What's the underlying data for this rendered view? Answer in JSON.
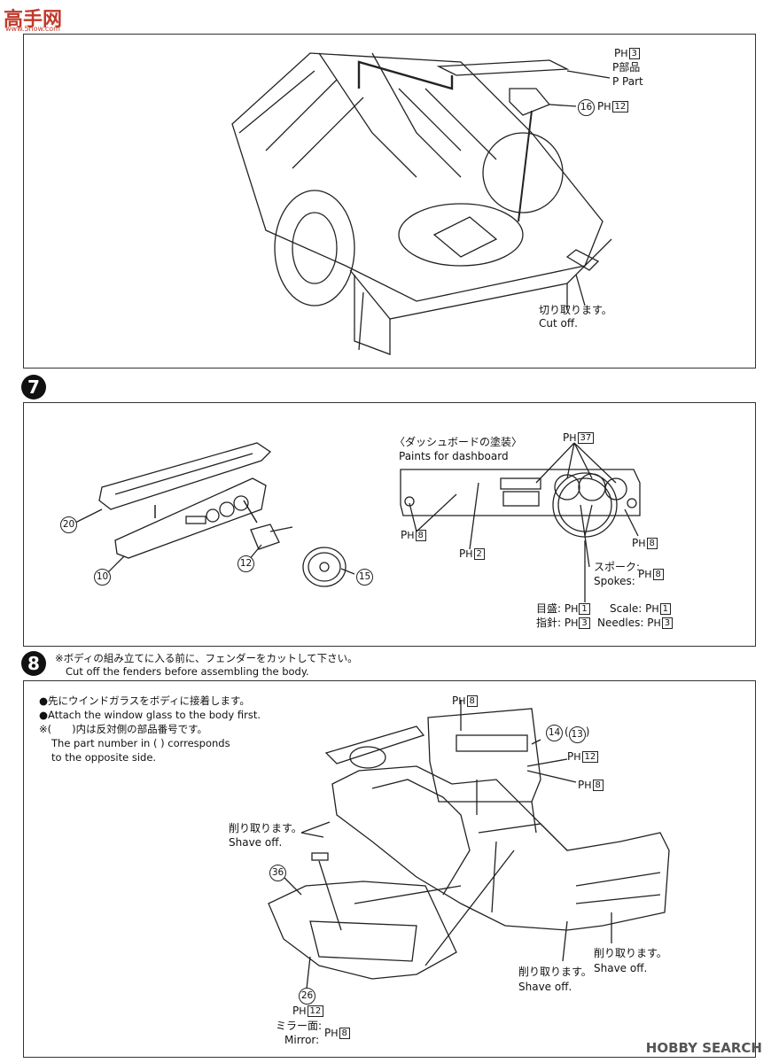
{
  "watermark": {
    "logo": "高手网",
    "site": "www.5how.com",
    "hs": "HOBBY SEARCH"
  },
  "step6": {
    "p3": "3",
    "p_part_jp": "P部品",
    "p_part_en": "P Part",
    "n16": "16",
    "p12": "12",
    "cut_jp": "切り取ります。",
    "cut_en": "Cut off."
  },
  "step7": {
    "badge": "7",
    "dash_jp": "〈ダッシュボードの塗装〉",
    "dash_en": "Paints for dashboard",
    "p37": "37",
    "p8a": "8",
    "p2": "2",
    "p8b": "8",
    "p8c": "8",
    "spokes_jp": "スポーク:",
    "spokes_en": "Spokes:",
    "scale_jp": "目盛:",
    "scale_en": "Scale:",
    "p1": "1",
    "needles_jp": "指針:",
    "needles_en": "Needles:",
    "p3": "3",
    "n20": "20",
    "n10": "10",
    "n12": "12",
    "n15": "15"
  },
  "step8": {
    "badge": "8",
    "note_jp": "※ボディの組み立てに入る前に、フェンダーをカットして下さい。",
    "note_en": "Cut off the fenders before assembling the body.",
    "l1": "●先にウインドガラスをボディに接着します。",
    "l2": "●Attach the window glass to the body first.",
    "l3": "※(　　)内は反対側の部品番号です。",
    "l4": "The part number in (   ) corresponds",
    "l5": "to the opposite side.",
    "p8a": "8",
    "n14": "14",
    "n13": "13",
    "p12a": "12",
    "p8b": "8",
    "shave_jp": "削り取ります。",
    "shave_en": "Shave off.",
    "n36": "36",
    "n26": "26",
    "p12b": "12",
    "mirror_jp": "ミラー面:",
    "mirror_en": "Mirror:",
    "p8c": "8"
  }
}
